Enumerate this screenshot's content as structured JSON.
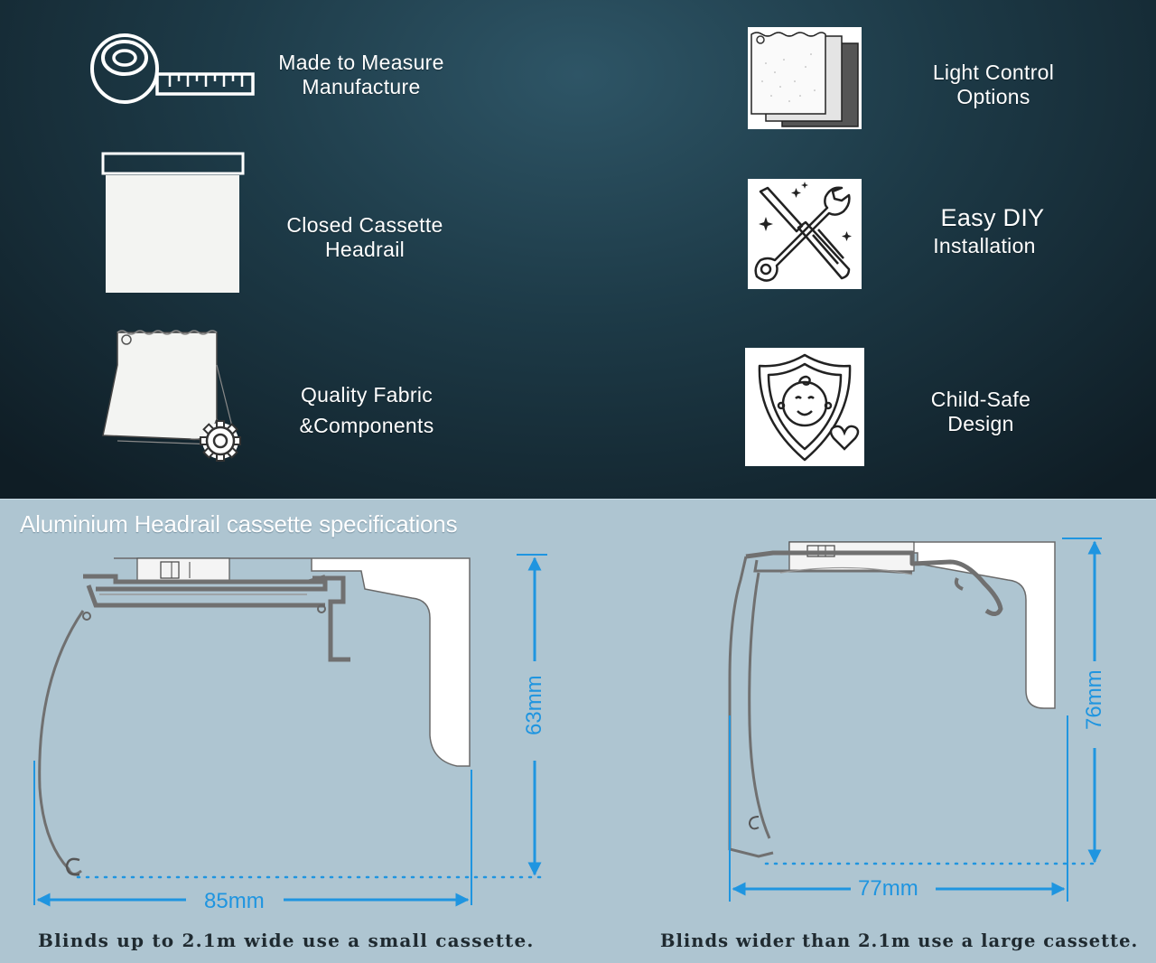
{
  "features": {
    "made_to_measure": {
      "line1": "Made to Measure",
      "line2": "Manufacture",
      "icon": "tape-measure-icon"
    },
    "closed_cassette": {
      "line1": "Closed Cassette",
      "line2": "Headrail",
      "icon": "cassette-headrail-icon"
    },
    "quality_fabric": {
      "line1": "Quality Fabric",
      "line2": "&Components",
      "icon": "fabric-gear-icon"
    },
    "light_control": {
      "line1": "Light Control",
      "line2": "Options",
      "icon": "fabric-layers-icon"
    },
    "easy_diy": {
      "line1": "Easy DIY",
      "line2": "Installation",
      "icon": "screwdriver-wrench-icon"
    },
    "child_safe": {
      "line1": "Child-Safe",
      "line2": "Design",
      "icon": "baby-shield-icon"
    }
  },
  "specs": {
    "title": "Aluminium Headrail cassette specifications",
    "small": {
      "width_label": "85mm",
      "height_label": "63mm",
      "caption": "Blinds up to 2.1m wide use a small cassette."
    },
    "large": {
      "width_label": "77mm",
      "height_label": "76mm",
      "caption": "Blinds wider than 2.1m use a large cassette."
    }
  },
  "colors": {
    "dimension": "#1f95e0",
    "top_bg": "#1d3a47",
    "bottom_bg": "#aec5d1"
  }
}
